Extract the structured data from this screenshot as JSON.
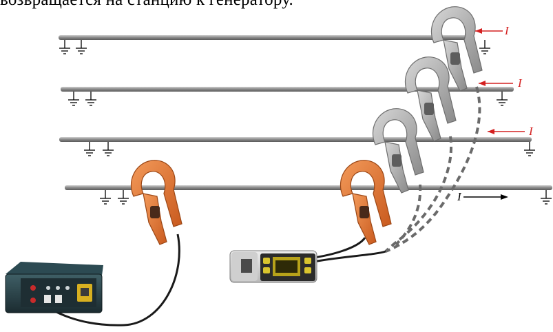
{
  "caption": "возвращается на станцию к генератору.",
  "current_label": "I",
  "colors": {
    "arrow_return": "#d42020",
    "arrow_forward": "#000000",
    "clamp_grey": "#a9a9a9",
    "clamp_orange": "#e8783a",
    "cable": "#1a1a1a",
    "dashed_cable": "#6a6a6a",
    "wire": "#8a8a8a"
  },
  "diagram": {
    "lines": [
      {
        "name": "conductor-1",
        "direction": "return"
      },
      {
        "name": "conductor-2",
        "direction": "return"
      },
      {
        "name": "conductor-3",
        "direction": "return"
      },
      {
        "name": "conductor-4",
        "direction": "forward"
      }
    ],
    "devices": [
      {
        "name": "generator",
        "icon": "generator-box"
      },
      {
        "name": "receiver",
        "icon": "receiver-box"
      }
    ]
  }
}
